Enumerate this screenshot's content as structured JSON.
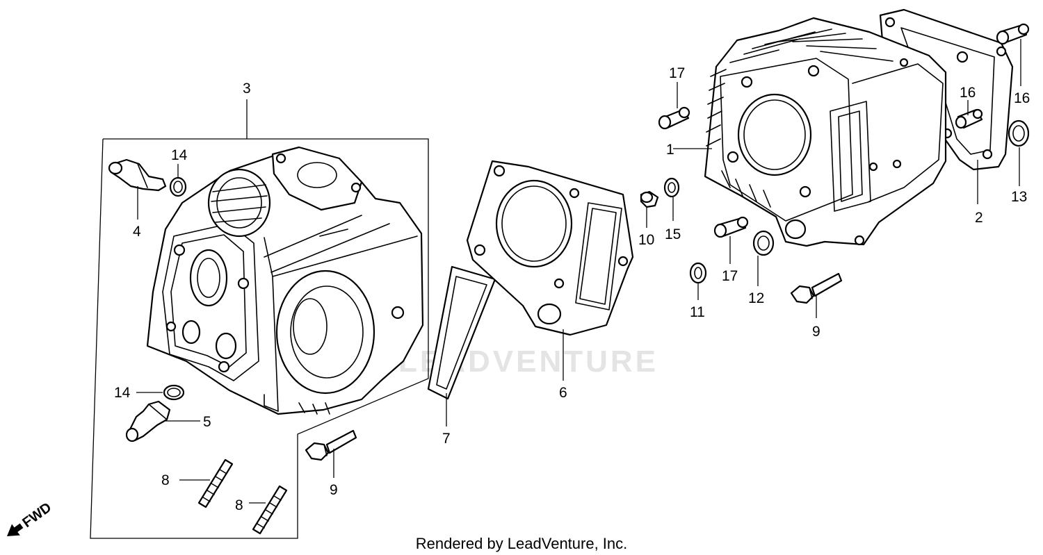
{
  "watermark": "LEADVENTURE",
  "credit": "Rendered by LeadVenture, Inc.",
  "direction_marker": "FWD",
  "callouts": {
    "c1": "1",
    "c2": "2",
    "c3": "3",
    "c4": "4",
    "c5": "5",
    "c6": "6",
    "c7": "7",
    "c8a": "8",
    "c8b": "8",
    "c9a": "9",
    "c9b": "9",
    "c10": "10",
    "c11": "11",
    "c12": "12",
    "c13": "13",
    "c14a": "14",
    "c14b": "14",
    "c15": "15",
    "c16a": "16",
    "c16b": "16",
    "c17a": "17",
    "c17b": "17"
  }
}
